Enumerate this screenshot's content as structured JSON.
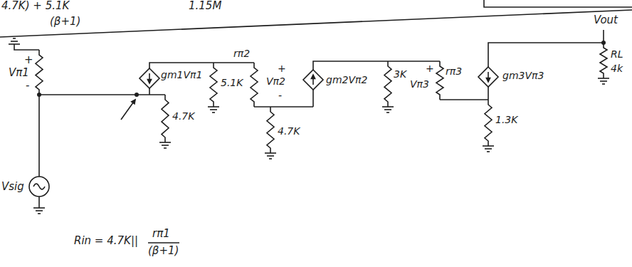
{
  "diagram": {
    "labels": [
      "4.7K) + 5.1K",
      "(β+1)",
      "1.15M",
      "Vout",
      "+",
      "Vπ1",
      "-",
      "gm1Vπ1",
      "5.1K",
      "rπ2",
      "+",
      "Vπ2",
      "-",
      "gm2Vπ2",
      "4.7K",
      "3K",
      "+",
      "rπ3",
      "Vπ3",
      "gm3Vπ3",
      "1.3K",
      "RL",
      "4k",
      "Vsig",
      "4.7K",
      "Rin = 4.7K||",
      "rπ1",
      "(β+1)"
    ]
  }
}
